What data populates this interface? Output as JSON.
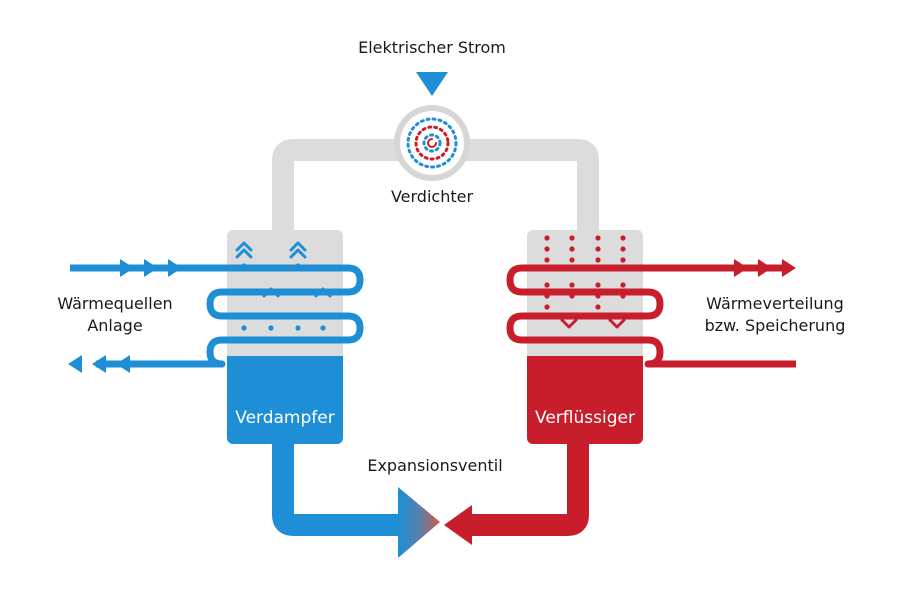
{
  "labels": {
    "power": "Elektrischer Strom",
    "compressor": "Verdichter",
    "source": [
      "Wärmequellen",
      "Anlage"
    ],
    "distribution": [
      "Wärmeverteilung",
      "bzw. Speicherung"
    ],
    "evaporator": "Verdampfer",
    "condenser": "Verflüssiger",
    "valve": "Expansionsventil"
  },
  "colors": {
    "cold": "#1e8fd6",
    "hot": "#c81e2b",
    "pipe": "#dcdcdc",
    "text": "#1a1a1a"
  }
}
